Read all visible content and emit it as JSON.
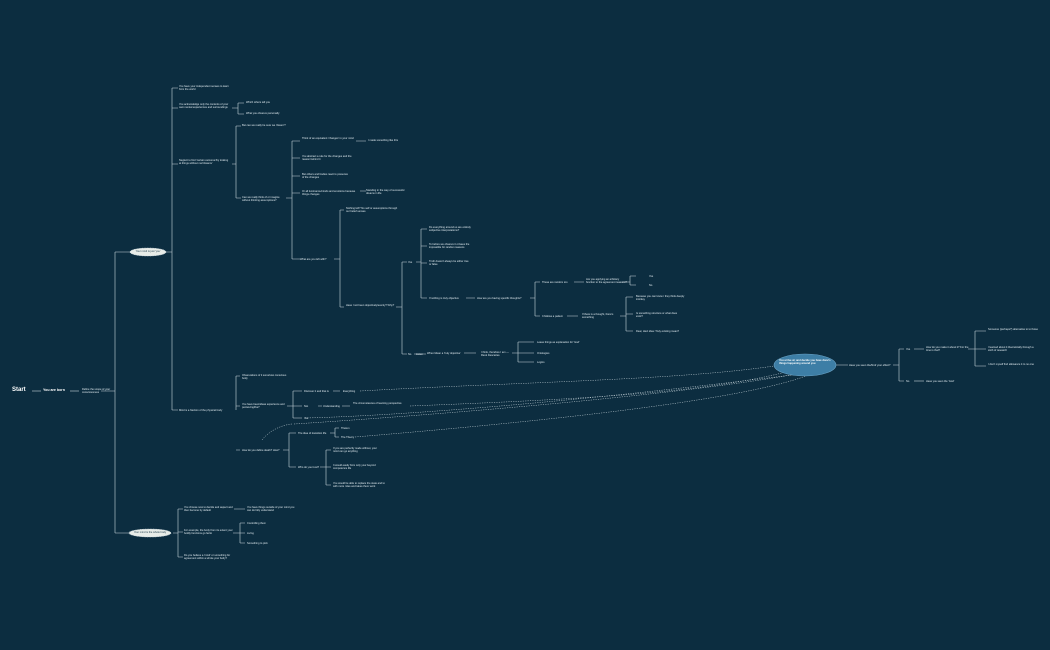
{
  "colors": {
    "background": "#0c2d40",
    "line": "#c9d6dc",
    "pill": "#e8ece8",
    "bubble": "#3d7ea6"
  },
  "root": {
    "start": "Start",
    "born": "You are born",
    "define": "Define the scope of your consciousness"
  },
  "branch1": {
    "pill": "Your mind is just 'you'",
    "a": "You have your independent senses to learn from the world",
    "b": "You acknowledge only the contents of your own mental experiences and surroundings",
    "b1": "Which others tell you",
    "b2": "What you observe personally",
    "c": "Neglect to find 'certain outcome'/by looking at things without me/'dreams'",
    "c1": "But can we really be sure we 'dream'?",
    "c2": "Can we really think of or imagine without thinking assumptions?",
    "c2a": "Think of an equivalent 'changes' in your mind",
    "c2a1": "I made something like this",
    "c2b": "You abstract a rule for the changes and the reason behind it",
    "c2c": "But others and bodies react to presence of the changes",
    "c2d": "Or all luminance/minds and emotions because things changes",
    "c2d1": "Standing in the way of successful dreams in life",
    "c2e": "What are you left with?",
    "c2e1": "Nothing left? No self or assumptions through our belief senses",
    "c2e2": "Have I not been objectively/evenly? Why?",
    "yes": "Yes",
    "no": "No",
    "y1": "Do everything around us are entirely subjective interpretations?",
    "y2": "To before we observe it or/sees the impossible for random reasons",
    "y3": "Truth doesn't always be either true or false",
    "y4": "If nothing is truly objective",
    "y4a": "How are you having specific thoughts?",
    "y4a1": "These are random too",
    "y4a1a": "Are you applying an arbitrary function to the agreement reasons?",
    "yes2": "Yes",
    "no2": "No",
    "y4a2": "It follows a pattern",
    "y4a2a": "If there is a thought, there's something",
    "p1": "Because you can know / they think deeply into/key",
    "p2": "Is something structure or what does exist?",
    "p3": "Dear, Hect idea: Truly existing mean?",
    "n1": "Listen",
    "n1a": "When Mean a 'truly objective'",
    "n1b": "I think, therefore I am — René Descartes",
    "n1b1": "Leave things as explanation for 'God'",
    "n1b2": "Ontologies",
    "n1b3": "Logics"
  },
  "branch2": {
    "a": "Observations of it somehow conscious body",
    "b": "You have been/ideas experience and perceiving/the?",
    "b1": "Discover it and that is",
    "b1a": "Everything",
    "b2": "Not",
    "b2a": "Understanding",
    "b2b": "The circumstances of learning perspective",
    "b3": "Yes",
    "c": "How do you define death? How?",
    "c1": "The idea of transition life",
    "c1a": "Theism",
    "c1b": "The Theory",
    "c2": "Who do you trust?",
    "c2a": "If you are perfectly made without, your mind can go anything",
    "c2b": "It would easily from only your beyond competence life",
    "c2c": "You would be able to replace the state and to with more roles and takes them work",
    "d": "Mind is a fraction of the physical body"
  },
  "branch3": {
    "pill": "Your mind is the whole body",
    "a": "You choose now to decide and aspect and then become by default",
    "a1": "You have things outside of your mind you can do fully understand",
    "b": "For example, the body from its extent your bodily functions go far/to",
    "b1": "Controlling them",
    "b2": "Living",
    "b3": "Something to pick",
    "c": "Do you believe a 'mind' or something for agreement within a whole your body?"
  },
  "right": {
    "bubble": "You arrive at; and decide you have done's things happening around you",
    "q": "Have you seen the/find/ your effect?",
    "yes": "Yes",
    "no": "No",
    "y1": "How do you make it about it? For the time is that?",
    "y1a": "Someone (perhaps?) alternative to to those",
    "y1b": "I learned about it theoretically through a sixth of research",
    "y1c": "I don't myself find allowance it to no one",
    "n1": "Have you seen the 'God'"
  }
}
